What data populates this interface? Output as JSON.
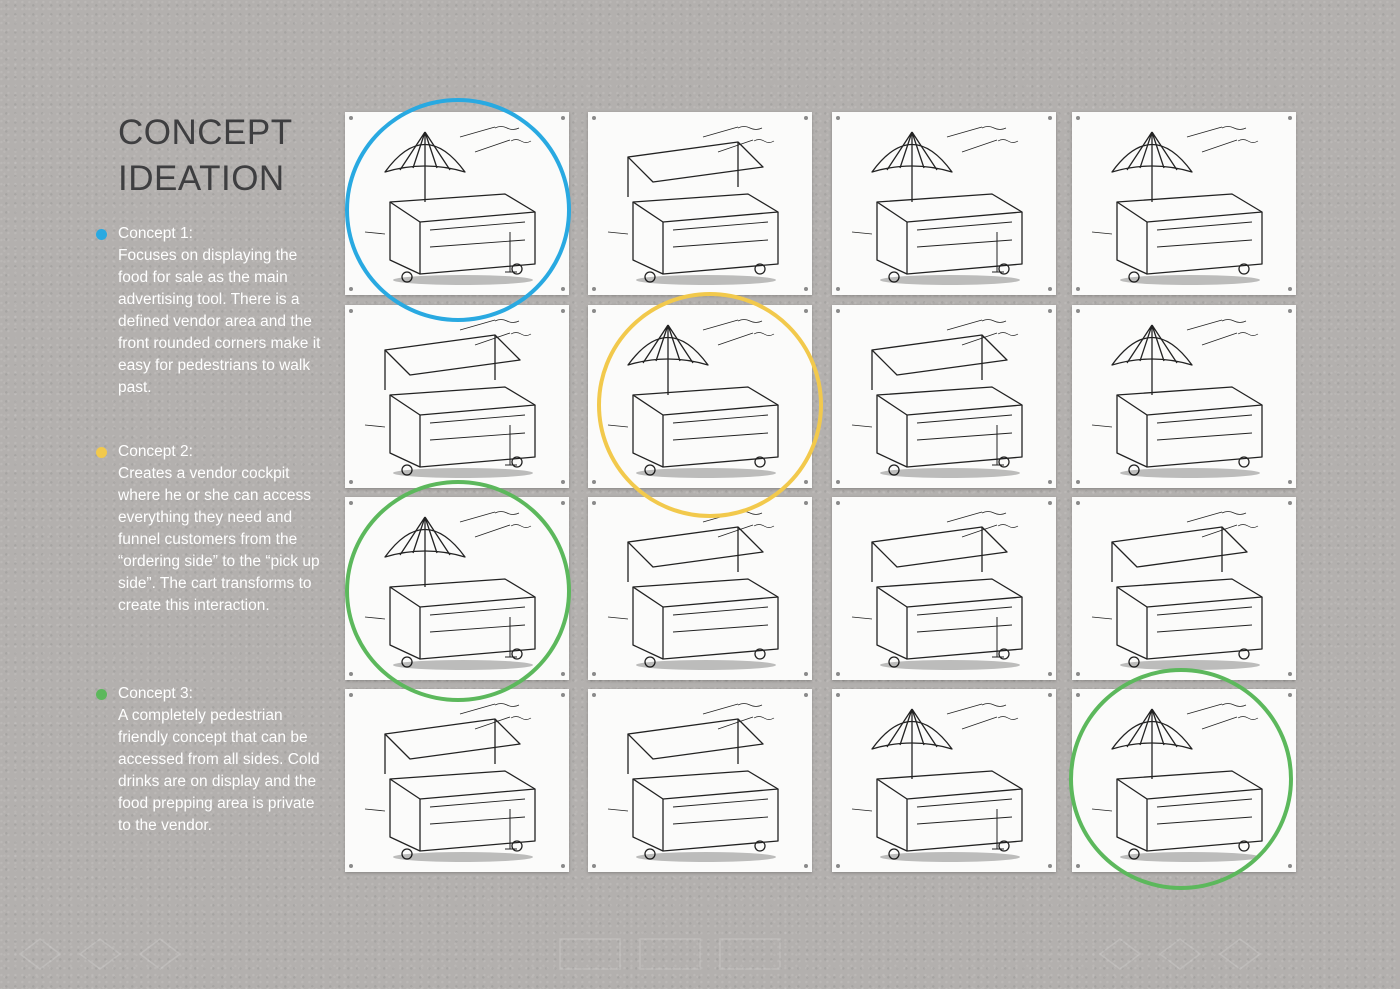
{
  "title": {
    "line1": "CONCEPT",
    "line2": "IDEATION"
  },
  "concepts": [
    {
      "label": "Concept 1:",
      "description": "Focuses on displaying the food for sale as the main advertising tool. There is a defined vendor area and the front rounded corners make it easy for pedestrians to walk past.",
      "color": "#29a9e1"
    },
    {
      "label": "Concept 2:",
      "description": "Creates a vendor cockpit where he or she can access everything they need and funnel customers from the “ordering side” to the “pick up side”. The cart transforms to create this interaction.",
      "color": "#f2c94c"
    },
    {
      "label": "Concept 3:",
      "description": "A completely pedestrian friendly concept that can be accessed from all sides. Cold drinks are on display and the food prepping area is private to the vendor.",
      "color": "#5cb85c"
    }
  ],
  "sketches": [
    {
      "umbrella": true
    },
    {
      "umbrella": false
    },
    {
      "umbrella": true
    },
    {
      "umbrella": true
    },
    {
      "umbrella": false
    },
    {
      "umbrella": true
    },
    {
      "umbrella": false
    },
    {
      "umbrella": true
    },
    {
      "umbrella": true
    },
    {
      "umbrella": false
    },
    {
      "umbrella": false
    },
    {
      "umbrella": false
    },
    {
      "umbrella": false
    },
    {
      "umbrella": false
    },
    {
      "umbrella": true
    },
    {
      "umbrella": true
    }
  ],
  "highlights": [
    {
      "concept": 1,
      "color": "#29a9e1"
    },
    {
      "concept": 2,
      "color": "#f2c94c"
    },
    {
      "concept": 3,
      "color": "#5cb85c"
    },
    {
      "concept": 3,
      "color": "#5cb85c"
    }
  ]
}
